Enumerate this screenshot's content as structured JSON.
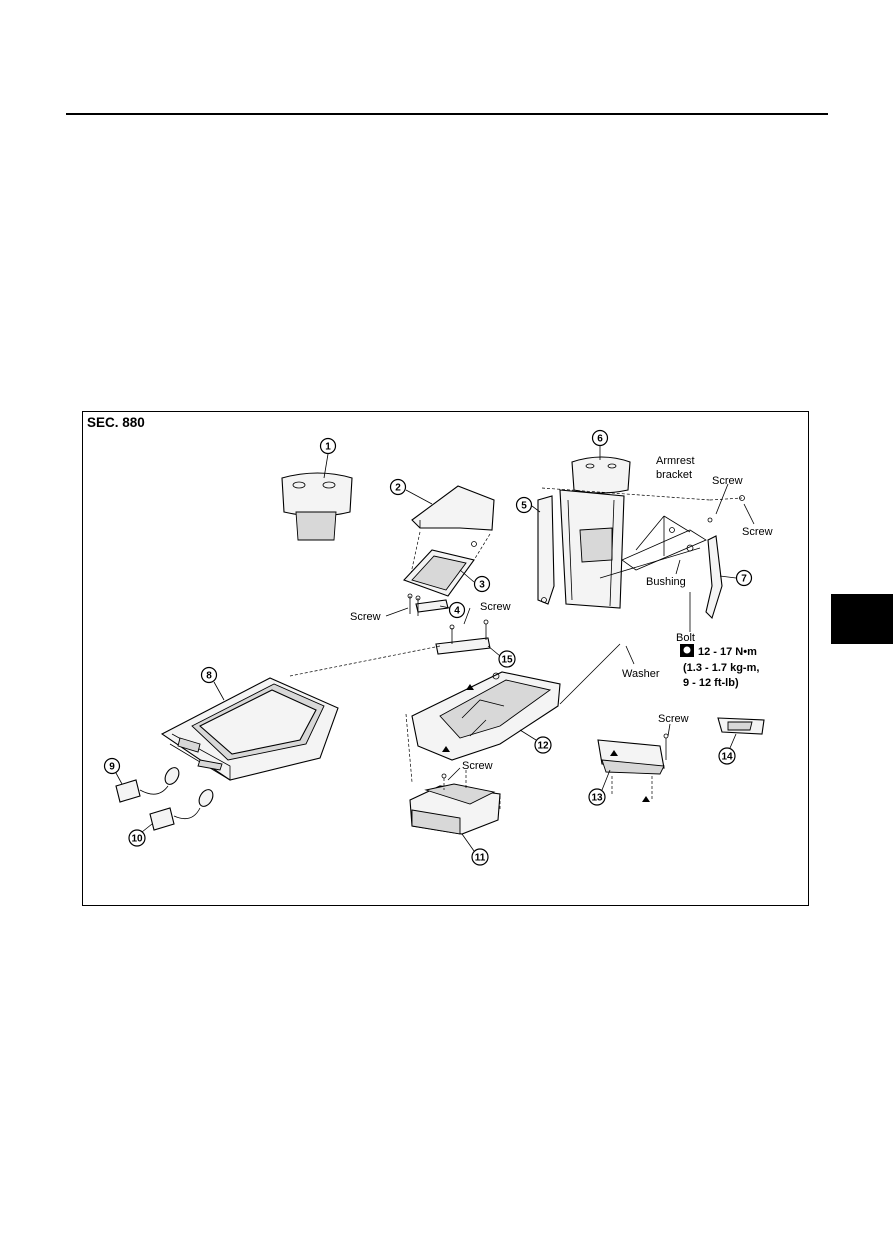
{
  "diagram": {
    "section_label": "SEC. 880",
    "labels": {
      "armrest_bracket_1": "Armrest",
      "armrest_bracket_2": "bracket",
      "screw_right_top": "Screw",
      "screw_right_far": "Screw",
      "bushing": "Bushing",
      "bolt": "Bolt",
      "washer": "Washer",
      "screw_left": "Screw",
      "screw_mid": "Screw",
      "screw_lower": "Screw",
      "screw_13": "Screw"
    },
    "torque": {
      "line1": "12 - 17 N•m",
      "line2": "(1.3 - 1.7 kg-m,",
      "line3": "9 - 12 ft-lb)"
    },
    "callouts": [
      "1",
      "2",
      "3",
      "4",
      "5",
      "6",
      "7",
      "8",
      "9",
      "10",
      "11",
      "12",
      "13",
      "14",
      "15"
    ]
  }
}
